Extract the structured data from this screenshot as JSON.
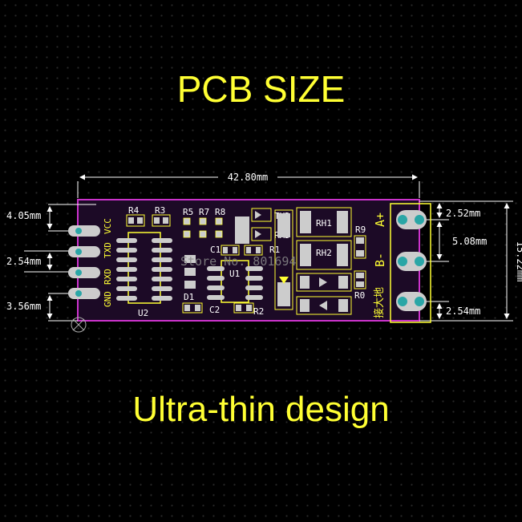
{
  "title": "PCB SIZE",
  "tagline": "Ultra-thin design",
  "watermark": "Store No. 801694",
  "dimensions": {
    "length": "42.80mm",
    "left_top": "4.05mm",
    "left_pitch": "2.54mm",
    "left_bottom": "3.56mm",
    "right_top": "2.52mm",
    "right_pitch": "5.08mm",
    "right_bottom": "2.54mm",
    "height": "15.22mm"
  },
  "silkscreen": {
    "vcc": "VCC",
    "txd_pin": "TXD",
    "rxd_pin": "RXD",
    "gnd": "GND",
    "txd_led": "TXD",
    "rxd_led": "RXD",
    "a_plus": "A+",
    "b_minus": "B-",
    "ground_cn": "接大地",
    "r4": "R4",
    "r3": "R3",
    "r5": "R5",
    "r7": "R7",
    "r8": "R8",
    "c1": "C1",
    "r1": "R1",
    "u1": "U1",
    "u2": "U2",
    "d1": "D1",
    "c2": "C2",
    "r2": "R2",
    "rh1": "RH1",
    "rh2": "RH2",
    "r9": "R9",
    "r0": "R0"
  },
  "colors": {
    "background": "#000000",
    "title": "#ffff33",
    "board": "#1c0a26",
    "outline": "#cc33cc",
    "silk": "#ffff33",
    "pad": "#cccccc",
    "copper": "#2aa6a6",
    "dimension": "#ffffff"
  }
}
